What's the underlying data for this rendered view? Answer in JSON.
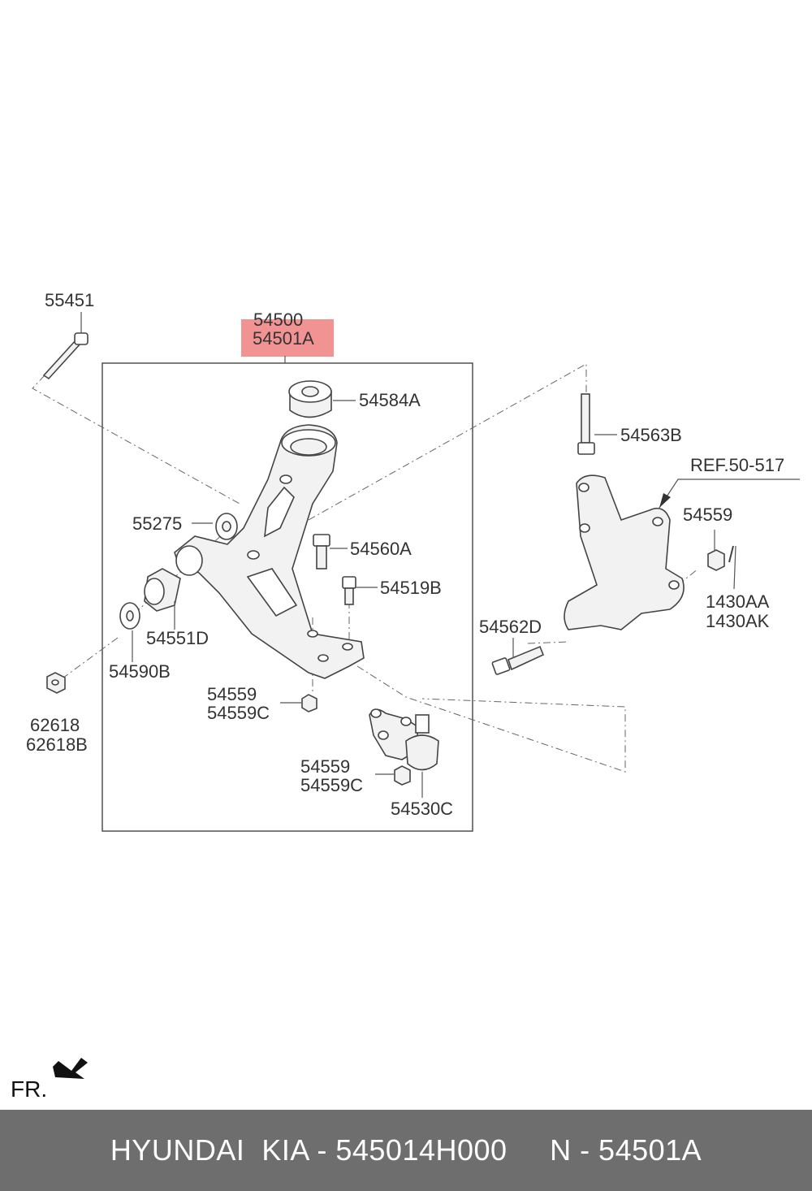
{
  "diagram": {
    "parts": {
      "p55451": "55451",
      "p54500": "54500",
      "p54501A": "54501A",
      "p54584A": "54584A",
      "p54563B": "54563B",
      "ref": "REF.50-517",
      "p55275": "55275",
      "p54560A": "54560A",
      "p54559_a": "54559",
      "p54519B": "54519B",
      "p1430AA": "1430AA",
      "p1430AK": "1430AK",
      "p54551D": "54551D",
      "p54562D": "54562D",
      "p54590B": "54590B",
      "p54559_b": "54559",
      "p54559C_b": "54559C",
      "p62618": "62618",
      "p62618B": "62618B",
      "p54559_c": "54559",
      "p54559C_c": "54559C",
      "p54530C": "54530C"
    },
    "direction_label": "FR.",
    "highlight_color": "#f08080"
  },
  "footer": {
    "text": "HYUNDAI  KIA - 545014H000     N - 54501A"
  }
}
